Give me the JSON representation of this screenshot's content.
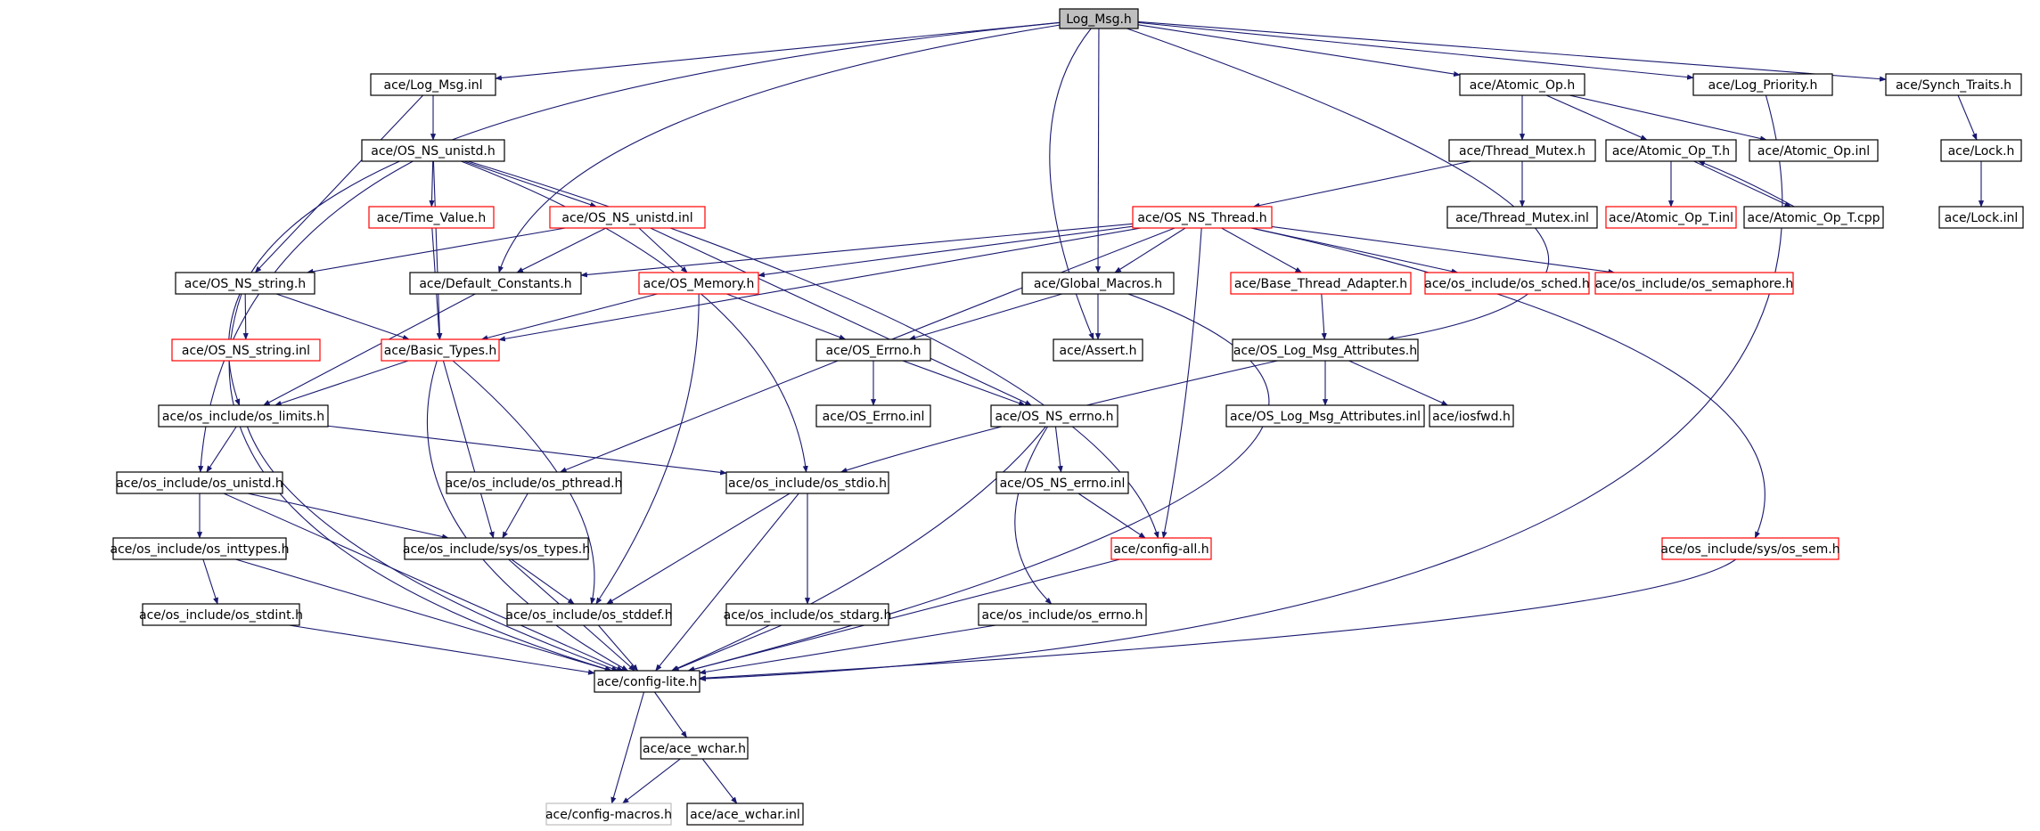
{
  "colors": {
    "edge": "#191970",
    "normal_border": "#000000",
    "truncated_border": "#ff0000",
    "external_border": "#bfbfbf",
    "root_fill": "#bfbfbf"
  },
  "nodes": [
    {
      "id": "log_msg_h",
      "label": "Log_Msg.h",
      "style": "root"
    },
    {
      "id": "log_msg_inl",
      "label": "ace/Log_Msg.inl",
      "style": "normal"
    },
    {
      "id": "atomic_op_h",
      "label": "ace/Atomic_Op.h",
      "style": "normal"
    },
    {
      "id": "log_priority_h",
      "label": "ace/Log_Priority.h",
      "style": "normal"
    },
    {
      "id": "synch_traits_h",
      "label": "ace/Synch_Traits.h",
      "style": "normal"
    },
    {
      "id": "os_ns_unistd_h",
      "label": "ace/OS_NS_unistd.h",
      "style": "normal"
    },
    {
      "id": "thread_mutex_h",
      "label": "ace/Thread_Mutex.h",
      "style": "normal"
    },
    {
      "id": "atomic_op_t_h",
      "label": "ace/Atomic_Op_T.h",
      "style": "normal"
    },
    {
      "id": "atomic_op_inl",
      "label": "ace/Atomic_Op.inl",
      "style": "normal"
    },
    {
      "id": "lock_h",
      "label": "ace/Lock.h",
      "style": "normal"
    },
    {
      "id": "time_value_h",
      "label": "ace/Time_Value.h",
      "style": "red"
    },
    {
      "id": "os_ns_unistd_inl",
      "label": "ace/OS_NS_unistd.inl",
      "style": "red"
    },
    {
      "id": "thread_mutex_inl",
      "label": "ace/Thread_Mutex.inl",
      "style": "normal"
    },
    {
      "id": "atomic_op_t_inl",
      "label": "ace/Atomic_Op_T.inl",
      "style": "red"
    },
    {
      "id": "atomic_op_t_cpp",
      "label": "ace/Atomic_Op_T.cpp",
      "style": "normal"
    },
    {
      "id": "lock_inl",
      "label": "ace/Lock.inl",
      "style": "normal"
    },
    {
      "id": "os_ns_thread_h",
      "label": "ace/OS_NS_Thread.h",
      "style": "red"
    },
    {
      "id": "os_ns_string_h",
      "label": "ace/OS_NS_string.h",
      "style": "normal"
    },
    {
      "id": "default_constants_h",
      "label": "ace/Default_Constants.h",
      "style": "normal"
    },
    {
      "id": "os_memory_h",
      "label": "ace/OS_Memory.h",
      "style": "red"
    },
    {
      "id": "global_macros_h",
      "label": "ace/Global_Macros.h",
      "style": "normal"
    },
    {
      "id": "base_thread_adapter_h",
      "label": "ace/Base_Thread_Adapter.h",
      "style": "red"
    },
    {
      "id": "os_sched_h",
      "label": "ace/os_include/os_sched.h",
      "style": "red"
    },
    {
      "id": "os_semaphore_h",
      "label": "ace/os_include/os_semaphore.h",
      "style": "red"
    },
    {
      "id": "os_ns_string_inl",
      "label": "ace/OS_NS_string.inl",
      "style": "red"
    },
    {
      "id": "basic_types_h",
      "label": "ace/Basic_Types.h",
      "style": "red"
    },
    {
      "id": "os_errno_h",
      "label": "ace/OS_Errno.h",
      "style": "normal"
    },
    {
      "id": "assert_h",
      "label": "ace/Assert.h",
      "style": "normal"
    },
    {
      "id": "os_log_msg_attributes_h",
      "label": "ace/OS_Log_Msg_Attributes.h",
      "style": "normal"
    },
    {
      "id": "os_limits_h",
      "label": "ace/os_include/os_limits.h",
      "style": "normal"
    },
    {
      "id": "os_errno_inl",
      "label": "ace/OS_Errno.inl",
      "style": "normal"
    },
    {
      "id": "os_ns_errno_h",
      "label": "ace/OS_NS_errno.h",
      "style": "normal"
    },
    {
      "id": "os_log_msg_attributes_inl",
      "label": "ace/OS_Log_Msg_Attributes.inl",
      "style": "normal"
    },
    {
      "id": "iosfwd_h",
      "label": "ace/iosfwd.h",
      "style": "normal"
    },
    {
      "id": "os_unistd_h",
      "label": "ace/os_include/os_unistd.h",
      "style": "normal"
    },
    {
      "id": "os_pthread_h",
      "label": "ace/os_include/os_pthread.h",
      "style": "normal"
    },
    {
      "id": "os_stdio_h",
      "label": "ace/os_include/os_stdio.h",
      "style": "normal"
    },
    {
      "id": "os_ns_errno_inl",
      "label": "ace/OS_NS_errno.inl",
      "style": "normal"
    },
    {
      "id": "os_inttypes_h",
      "label": "ace/os_include/os_inttypes.h",
      "style": "normal"
    },
    {
      "id": "os_types_h",
      "label": "ace/os_include/sys/os_types.h",
      "style": "normal"
    },
    {
      "id": "config_all_h",
      "label": "ace/config-all.h",
      "style": "red"
    },
    {
      "id": "os_sem_h",
      "label": "ace/os_include/sys/os_sem.h",
      "style": "red"
    },
    {
      "id": "os_stdint_h",
      "label": "ace/os_include/os_stdint.h",
      "style": "normal"
    },
    {
      "id": "os_stddef_h",
      "label": "ace/os_include/os_stddef.h",
      "style": "normal"
    },
    {
      "id": "os_stdarg_h",
      "label": "ace/os_include/os_stdarg.h",
      "style": "normal"
    },
    {
      "id": "os_errno_inc_h",
      "label": "ace/os_include/os_errno.h",
      "style": "normal"
    },
    {
      "id": "config_lite_h",
      "label": "ace/config-lite.h",
      "style": "normal"
    },
    {
      "id": "ace_wchar_h",
      "label": "ace/ace_wchar.h",
      "style": "normal"
    },
    {
      "id": "config_macros_h",
      "label": "ace/config-macros.h",
      "style": "gray"
    },
    {
      "id": "ace_wchar_inl",
      "label": "ace/ace_wchar.inl",
      "style": "normal"
    }
  ],
  "edges": [
    [
      "log_msg_h",
      "log_msg_inl"
    ],
    [
      "log_msg_h",
      "atomic_op_h"
    ],
    [
      "log_msg_h",
      "log_priority_h"
    ],
    [
      "log_msg_h",
      "synch_traits_h"
    ],
    [
      "log_msg_h",
      "default_constants_h"
    ],
    [
      "log_msg_h",
      "global_macros_h"
    ],
    [
      "log_msg_h",
      "assert_h"
    ],
    [
      "log_msg_h",
      "os_log_msg_attributes_h"
    ],
    [
      "log_msg_h",
      "os_limits_h"
    ],
    [
      "log_msg_inl",
      "os_ns_unistd_h"
    ],
    [
      "log_msg_inl",
      "os_ns_string_h"
    ],
    [
      "atomic_op_h",
      "thread_mutex_h"
    ],
    [
      "atomic_op_h",
      "atomic_op_t_h"
    ],
    [
      "atomic_op_h",
      "atomic_op_inl"
    ],
    [
      "log_priority_h",
      "config_lite_h"
    ],
    [
      "synch_traits_h",
      "lock_h"
    ],
    [
      "lock_h",
      "lock_inl"
    ],
    [
      "thread_mutex_h",
      "os_ns_thread_h"
    ],
    [
      "thread_mutex_h",
      "thread_mutex_inl"
    ],
    [
      "atomic_op_t_h",
      "atomic_op_t_inl"
    ],
    [
      "atomic_op_t_h",
      "atomic_op_t_cpp"
    ],
    [
      "atomic_op_t_cpp",
      "atomic_op_t_h"
    ],
    [
      "os_ns_unistd_h",
      "time_value_h"
    ],
    [
      "os_ns_unistd_h",
      "os_ns_unistd_inl"
    ],
    [
      "os_ns_unistd_h",
      "basic_types_h"
    ],
    [
      "os_ns_unistd_h",
      "os_unistd_h"
    ],
    [
      "os_ns_unistd_h",
      "os_stdio_h"
    ],
    [
      "os_ns_unistd_h",
      "config_all_h"
    ],
    [
      "time_value_h",
      "basic_types_h"
    ],
    [
      "os_ns_unistd_inl",
      "os_ns_string_h"
    ],
    [
      "os_ns_unistd_inl",
      "default_constants_h"
    ],
    [
      "os_ns_unistd_inl",
      "os_memory_h"
    ],
    [
      "os_ns_unistd_inl",
      "os_ns_errno_h"
    ],
    [
      "os_ns_thread_h",
      "default_constants_h"
    ],
    [
      "os_ns_thread_h",
      "os_memory_h"
    ],
    [
      "os_ns_thread_h",
      "global_macros_h"
    ],
    [
      "os_ns_thread_h",
      "base_thread_adapter_h"
    ],
    [
      "os_ns_thread_h",
      "os_sched_h"
    ],
    [
      "os_ns_thread_h",
      "os_semaphore_h"
    ],
    [
      "os_ns_thread_h",
      "basic_types_h"
    ],
    [
      "os_ns_thread_h",
      "os_pthread_h"
    ],
    [
      "os_ns_thread_h",
      "config_all_h"
    ],
    [
      "os_ns_thread_h",
      "os_sem_h"
    ],
    [
      "os_ns_string_h",
      "os_ns_string_inl"
    ],
    [
      "os_ns_string_h",
      "basic_types_h"
    ],
    [
      "os_ns_string_h",
      "config_lite_h"
    ],
    [
      "default_constants_h",
      "os_limits_h"
    ],
    [
      "os_memory_h",
      "basic_types_h"
    ],
    [
      "os_memory_h",
      "os_errno_h"
    ],
    [
      "os_memory_h",
      "os_stddef_h"
    ],
    [
      "global_macros_h",
      "assert_h"
    ],
    [
      "global_macros_h",
      "os_errno_h"
    ],
    [
      "global_macros_h",
      "config_lite_h"
    ],
    [
      "base_thread_adapter_h",
      "os_log_msg_attributes_h"
    ],
    [
      "basic_types_h",
      "os_limits_h"
    ],
    [
      "basic_types_h",
      "os_types_h"
    ],
    [
      "basic_types_h",
      "os_stddef_h"
    ],
    [
      "basic_types_h",
      "config_lite_h"
    ],
    [
      "os_errno_h",
      "os_errno_inl"
    ],
    [
      "os_errno_h",
      "os_ns_errno_h"
    ],
    [
      "os_log_msg_attributes_h",
      "os_log_msg_attributes_inl"
    ],
    [
      "os_log_msg_attributes_h",
      "iosfwd_h"
    ],
    [
      "os_log_msg_attributes_h",
      "os_stdio_h"
    ],
    [
      "os_limits_h",
      "os_unistd_h"
    ],
    [
      "os_limits_h",
      "os_stdio_h"
    ],
    [
      "os_limits_h",
      "config_lite_h"
    ],
    [
      "os_ns_errno_h",
      "os_ns_errno_inl"
    ],
    [
      "os_ns_errno_h",
      "os_errno_inc_h"
    ],
    [
      "os_ns_errno_h",
      "config_lite_h"
    ],
    [
      "os_unistd_h",
      "os_inttypes_h"
    ],
    [
      "os_unistd_h",
      "os_types_h"
    ],
    [
      "os_unistd_h",
      "config_lite_h"
    ],
    [
      "os_pthread_h",
      "os_types_h"
    ],
    [
      "os_stdio_h",
      "os_stddef_h"
    ],
    [
      "os_stdio_h",
      "os_stdarg_h"
    ],
    [
      "os_stdio_h",
      "config_lite_h"
    ],
    [
      "os_ns_errno_inl",
      "config_all_h"
    ],
    [
      "os_inttypes_h",
      "os_stdint_h"
    ],
    [
      "os_inttypes_h",
      "config_lite_h"
    ],
    [
      "os_types_h",
      "os_stddef_h"
    ],
    [
      "os_types_h",
      "config_lite_h"
    ],
    [
      "config_all_h",
      "config_lite_h"
    ],
    [
      "os_sem_h",
      "config_lite_h"
    ],
    [
      "os_stdint_h",
      "config_lite_h"
    ],
    [
      "os_stddef_h",
      "config_lite_h"
    ],
    [
      "os_stdarg_h",
      "config_lite_h"
    ],
    [
      "os_errno_inc_h",
      "config_lite_h"
    ],
    [
      "config_lite_h",
      "ace_wchar_h"
    ],
    [
      "config_lite_h",
      "config_macros_h"
    ],
    [
      "ace_wchar_h",
      "config_macros_h"
    ],
    [
      "ace_wchar_h",
      "ace_wchar_inl"
    ]
  ]
}
